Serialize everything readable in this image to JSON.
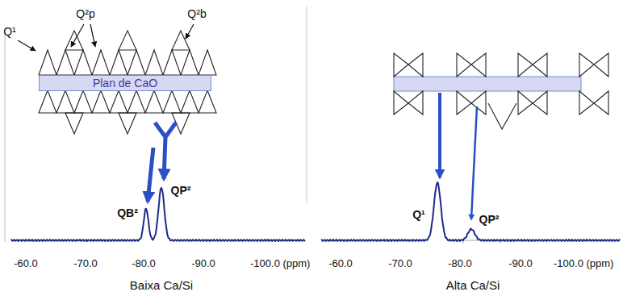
{
  "diagram": {
    "nodes": [
      {
        "text": [
          "Plan de CaO"
        ]
      }
    ],
    "labels": [
      "Q¹",
      "Q²p",
      "Q²b",
      "QB²",
      "QP²",
      "-60.0",
      "-70.0",
      "-80.0",
      "-90.0",
      "-100.0 (ppm)",
      "Baixa Ca/Si",
      "Q¹",
      "QP²",
      "-60.0",
      "-70.0",
      "-80.0",
      "-90.0",
      "-100.0 (ppm)",
      "Alta Ca/Si"
    ]
  }
}
